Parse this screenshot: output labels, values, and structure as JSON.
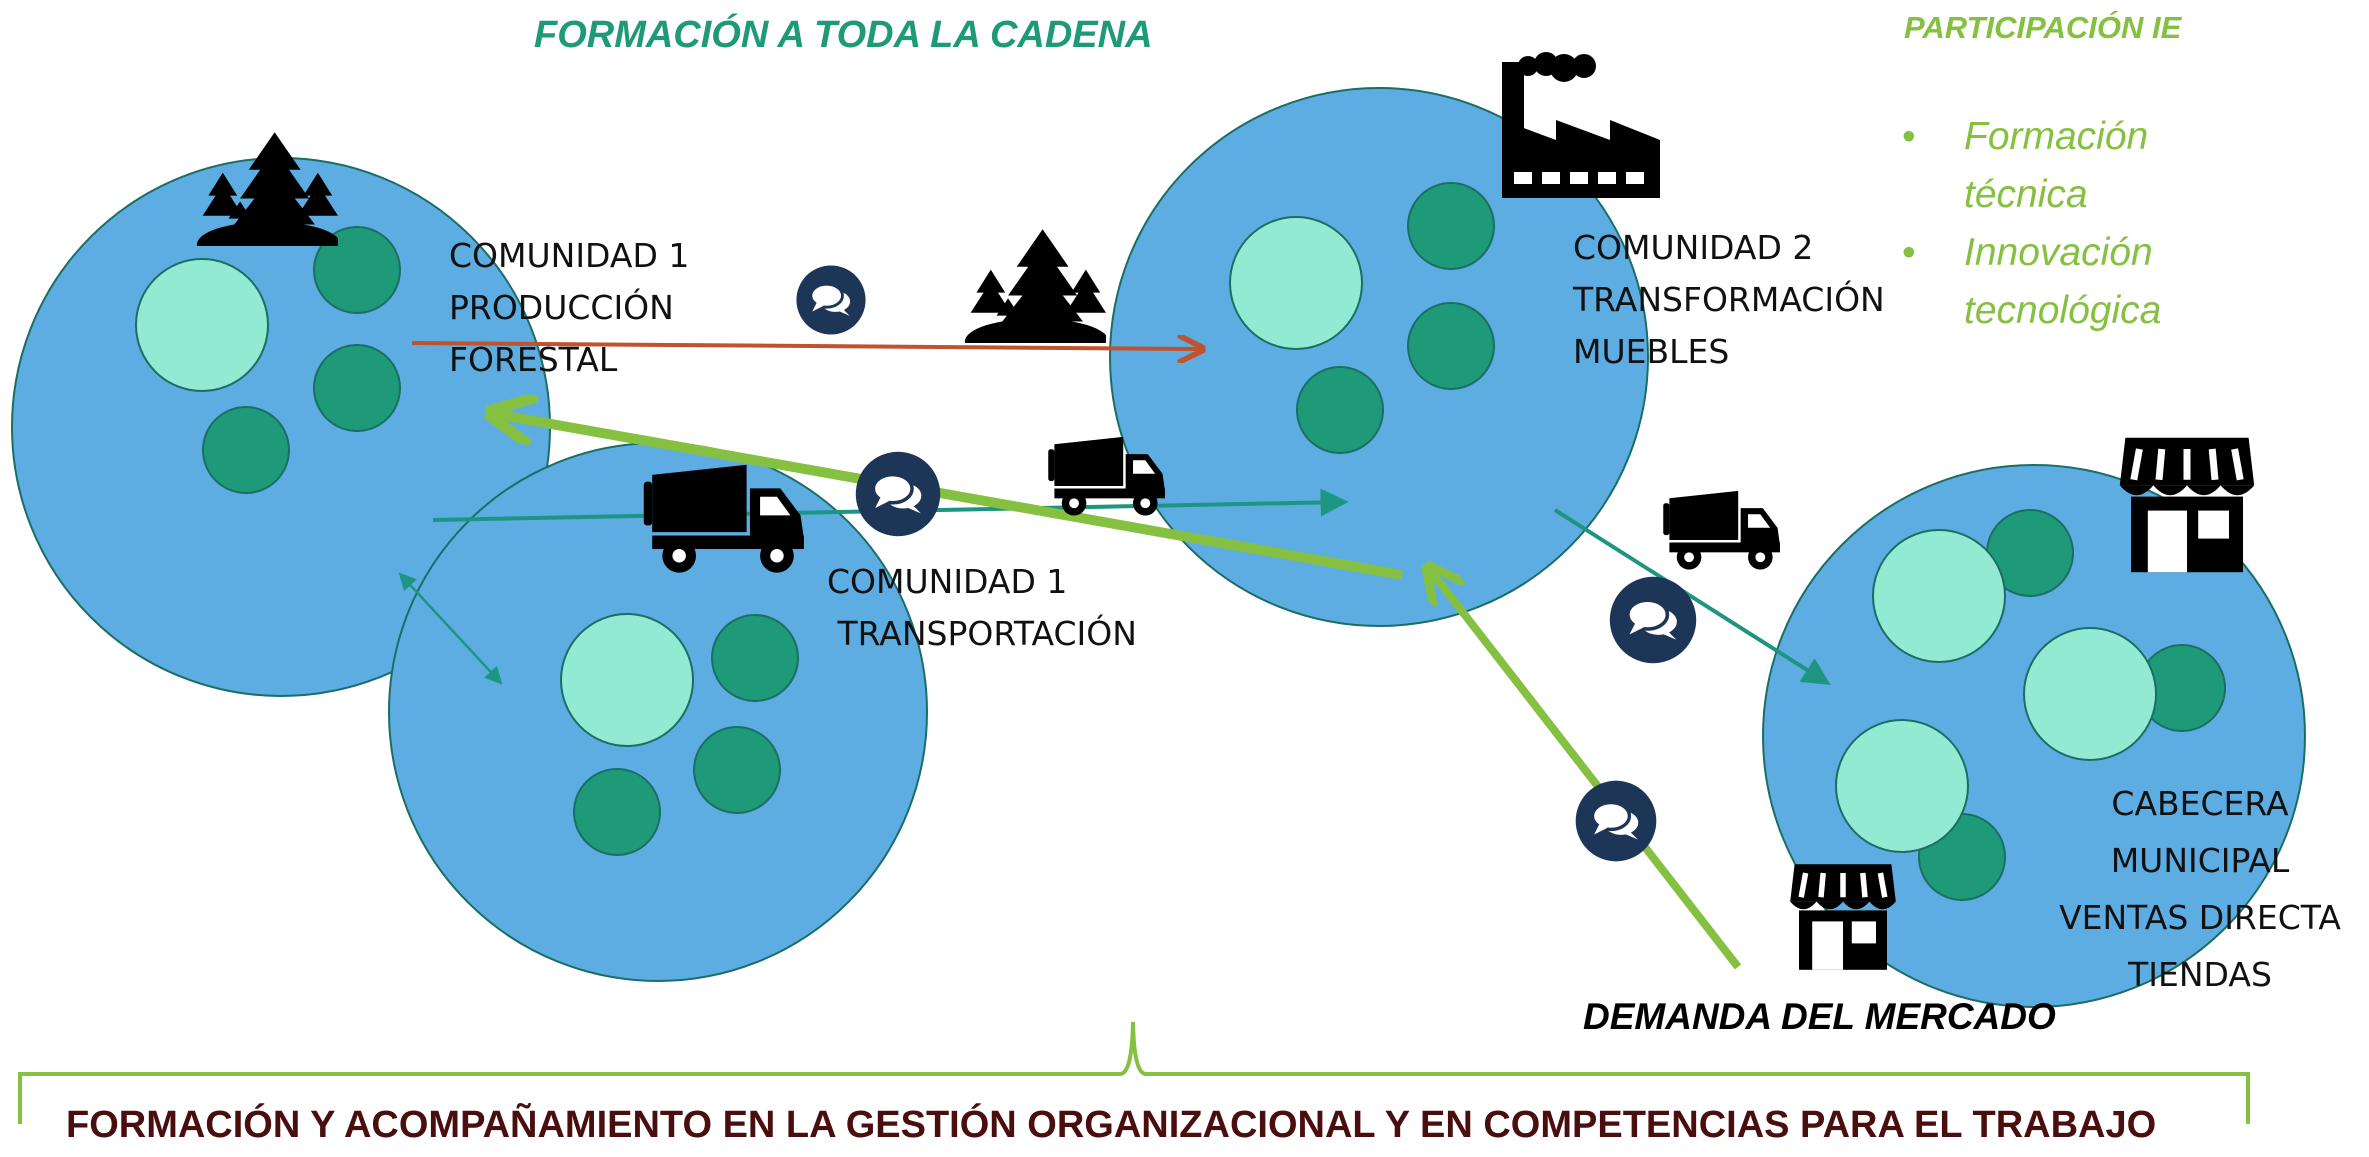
{
  "title_top": "FORMACIÓN A TODA LA CADENA",
  "participation": {
    "title": "PARTICIPACIÓN IE",
    "items": [
      "Formación técnica",
      "Innovación tecnológica"
    ]
  },
  "nodes": {
    "forestal": [
      "COMUNIDAD 1",
      "PRODUCCIÓN",
      "FORESTAL"
    ],
    "transport": [
      "COMUNIDAD 1",
      " TRANSPORTACIÓN"
    ],
    "furniture": [
      "COMUNIDAD 2",
      "TRANSFORMACIÓN",
      "MUEBLES"
    ],
    "market": [
      "CABECERA",
      "MUNICIPAL",
      "VENTAS DIRECTA",
      "TIENDAS"
    ]
  },
  "demand_label": "DEMANDA DEL MERCADO",
  "bottom_title": "FORMACIÓN Y ACOMPAÑAMIENTO EN LA GESTIÓN ORGANIZACIONAL Y EN COMPETENCIAS PARA EL TRABAJO",
  "colors": {
    "community_fill": "#5dade2",
    "community_stroke": "#1a6e64",
    "member_light": "#93ead2",
    "member_dark": "#1e9a78",
    "accent_green": "#86c041",
    "title_green": "#1f9a78",
    "wood_arrow": "#c0522c",
    "transport_arrow": "#1e9580",
    "chat_icon": "#1d3557",
    "bottom_title": "#4a0e0e"
  },
  "icons": [
    "forest-icon",
    "factory-icon",
    "truck-icon",
    "store-icon",
    "chat-icon"
  ]
}
